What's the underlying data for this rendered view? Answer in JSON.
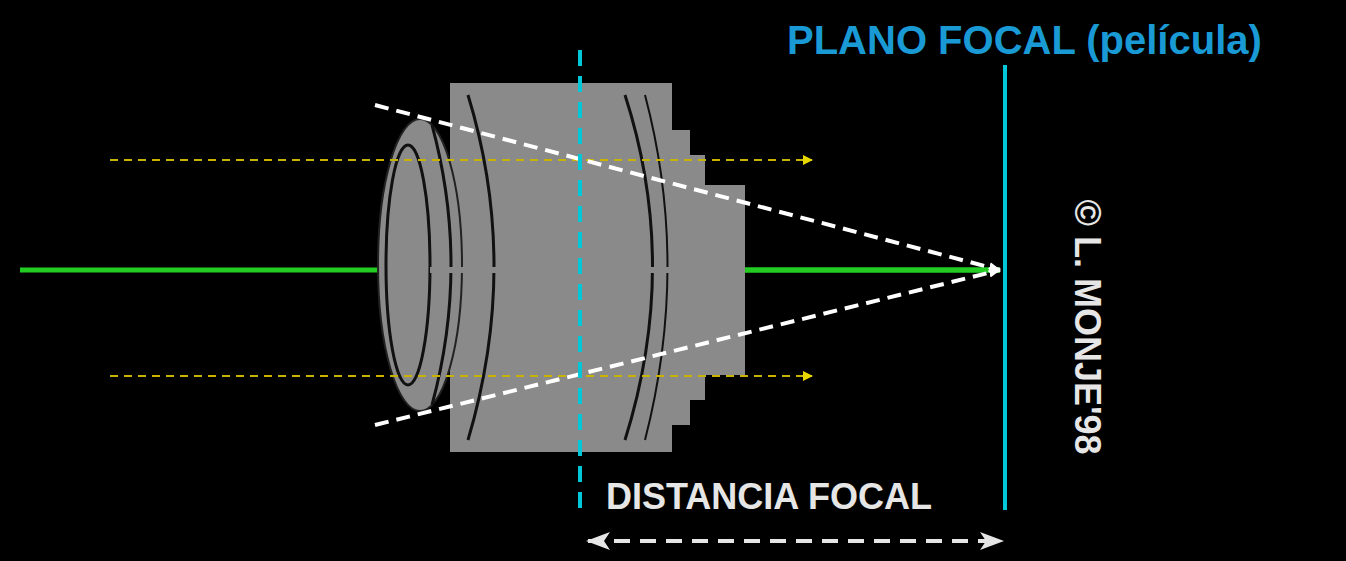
{
  "diagram": {
    "labels": [
      "PLANO FOCAL (película)",
      "DISTANCIA FOCAL",
      "© L. MONJE'98"
    ]
  }
}
